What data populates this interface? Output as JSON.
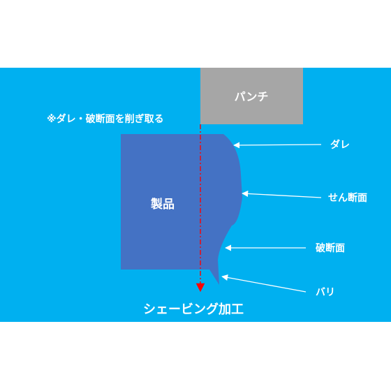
{
  "colors": {
    "background": "#00b0f0",
    "product": "#4472c4",
    "punch": "#a6a6a6",
    "text": "#ffffff",
    "arrow": "#ffffff",
    "center_line": "#ff0000"
  },
  "diagram": {
    "punch_label": "パンチ",
    "product_label": "製品",
    "note": "※ダレ・破断面を削ぎ取る",
    "callouts": {
      "dare": "ダレ",
      "shear_face": "せん断面",
      "fracture_face": "破断面",
      "burr": "バリ"
    },
    "caption": "シェービング加工"
  }
}
